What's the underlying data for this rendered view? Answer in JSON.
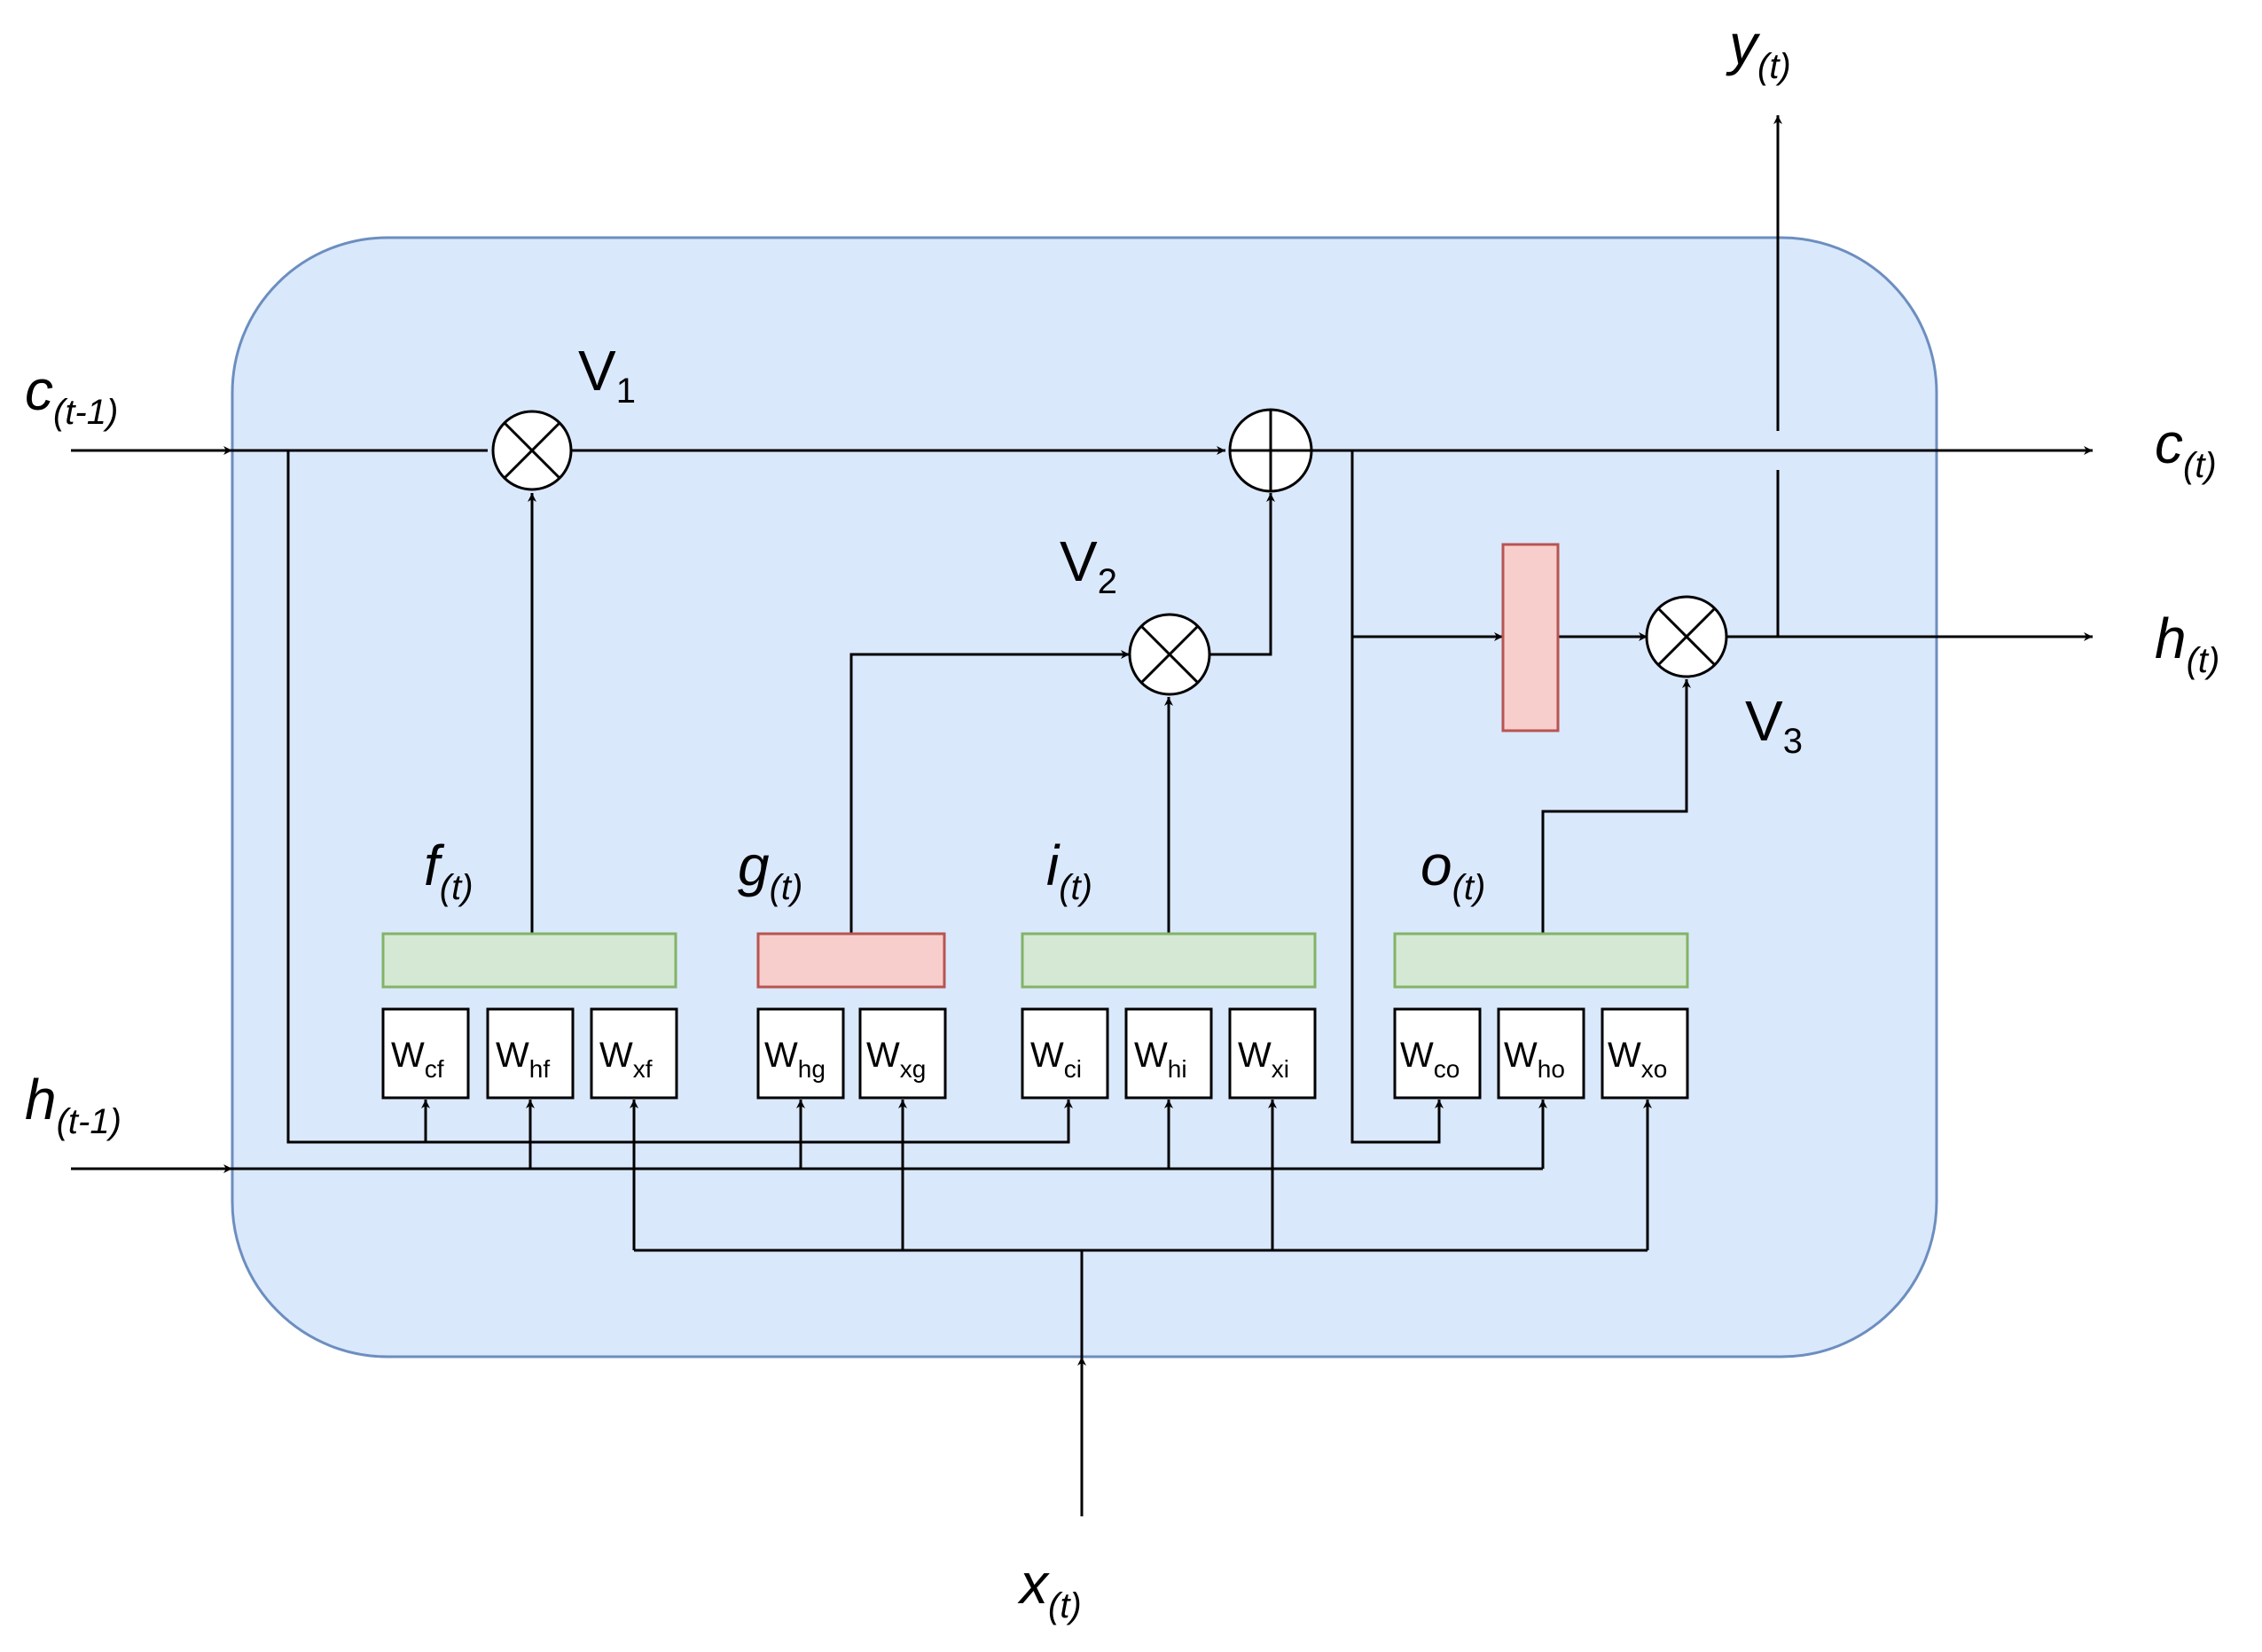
{
  "colors": {
    "cell_fill": "#dae8fc",
    "cell_stroke": "#6c8ebf",
    "gate_green": "#d5e8d4",
    "gate_green_stroke": "#82b366",
    "gate_red": "#f8cecc",
    "gate_red_stroke": "#b85450",
    "line": "#000000"
  },
  "io": {
    "c_prev": {
      "main": "c",
      "sub": "(t-1)"
    },
    "h_prev": {
      "main": "h",
      "sub": "(t-1)"
    },
    "x_in": {
      "main": "x",
      "sub": "(t)"
    },
    "c_out": {
      "main": "c",
      "sub": "(t)"
    },
    "h_out": {
      "main": "h",
      "sub": "(t)"
    },
    "y_out": {
      "main": "y",
      "sub": "(t)"
    }
  },
  "operators": {
    "v1": {
      "main": "V",
      "sub": "1",
      "op": "multiply"
    },
    "v2": {
      "main": "V",
      "sub": "2",
      "op": "multiply"
    },
    "v3": {
      "main": "V",
      "sub": "3",
      "op": "multiply"
    },
    "sum": {
      "op": "add"
    }
  },
  "gates": {
    "f": {
      "main": "f",
      "sub": "(t)",
      "color": "green"
    },
    "g": {
      "main": "g",
      "sub": "(t)",
      "color": "red"
    },
    "i": {
      "main": "i",
      "sub": "(t)",
      "color": "green"
    },
    "o": {
      "main": "o",
      "sub": "(t)",
      "color": "green"
    }
  },
  "weights": {
    "w_cf": {
      "main": "W",
      "sub": "cf"
    },
    "w_hf": {
      "main": "W",
      "sub": "hf"
    },
    "w_xf": {
      "main": "W",
      "sub": "xf"
    },
    "w_hg": {
      "main": "W",
      "sub": "hg"
    },
    "w_xg": {
      "main": "W",
      "sub": "xg"
    },
    "w_ci": {
      "main": "W",
      "sub": "ci"
    },
    "w_hi": {
      "main": "W",
      "sub": "hi"
    },
    "w_xi": {
      "main": "W",
      "sub": "xi"
    },
    "w_co": {
      "main": "W",
      "sub": "co"
    },
    "w_ho": {
      "main": "W",
      "sub": "ho"
    },
    "w_xo": {
      "main": "W",
      "sub": "xo"
    }
  }
}
